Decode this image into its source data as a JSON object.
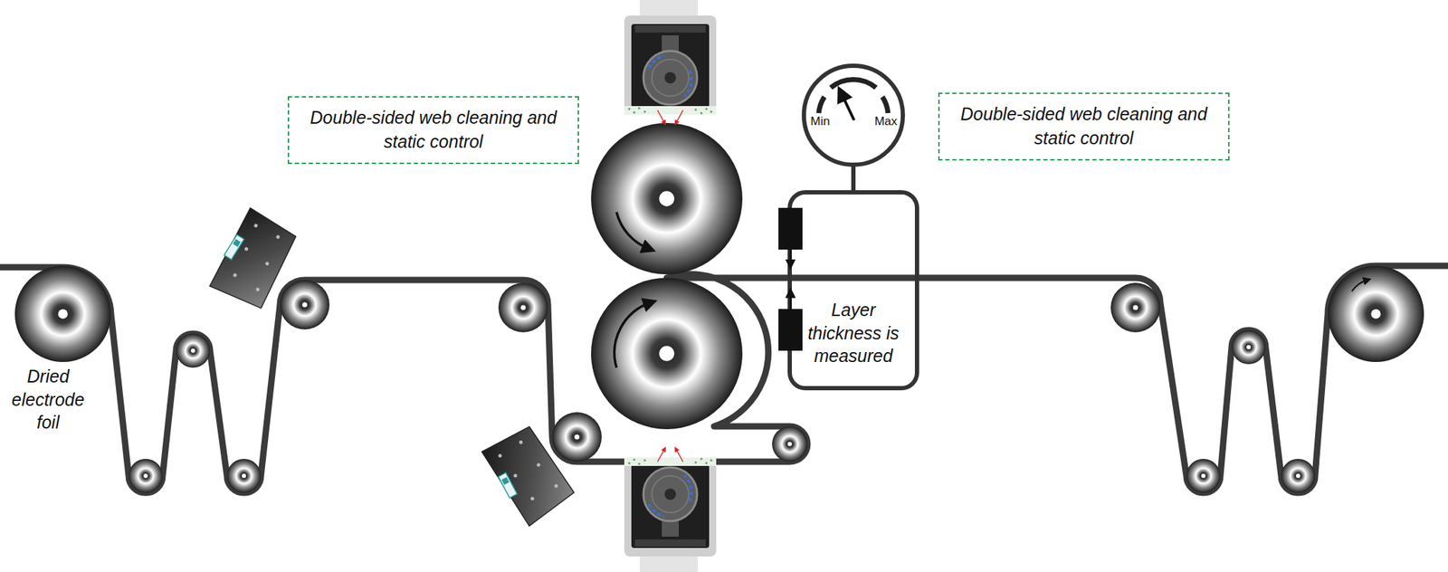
{
  "diagram": {
    "nodes": [
      {
        "text": [
          "Double-sided web cleaning and static control"
        ]
      },
      {
        "text": [
          "Double-sided web cleaning and static control"
        ]
      }
    ],
    "labels": [
      "Dried electrode foil",
      "Min",
      "Max",
      "Layer thickness is measured"
    ]
  }
}
